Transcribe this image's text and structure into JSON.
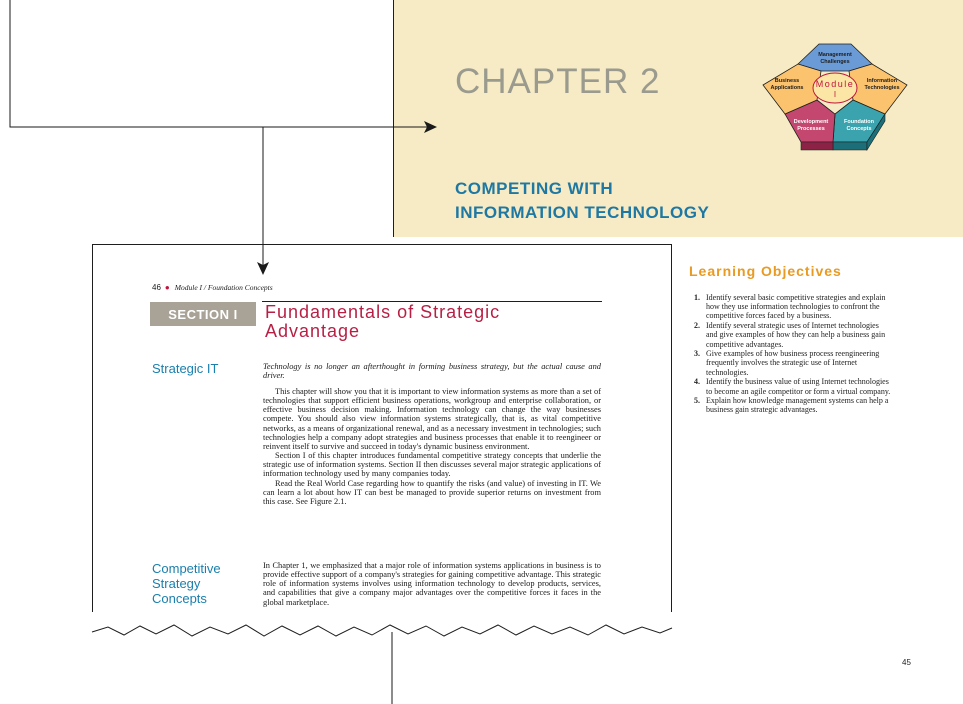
{
  "chapter": {
    "title": "CHAPTER 2",
    "subtitle_line1": "COMPETING WITH",
    "subtitle_line2": "INFORMATION TECHNOLOGY",
    "page_number": "45"
  },
  "module_diagram": {
    "center_label": "Module",
    "center_number": "I",
    "segments": [
      {
        "line1": "Management",
        "line2": "Challenges",
        "color": "#6a9bd6"
      },
      {
        "line1": "Information",
        "line2": "Technologies",
        "color": "#fbc36d"
      },
      {
        "line1": "Foundation",
        "line2": "Concepts",
        "color": "#3aa3ad"
      },
      {
        "line1": "Development",
        "line2": "Processes",
        "color": "#c3476f"
      },
      {
        "line1": "Business",
        "line2": "Applications",
        "color": "#fbc36d"
      }
    ]
  },
  "learning_objectives": {
    "heading": "Learning Objectives",
    "items": [
      {
        "num": "1.",
        "text": "Identify several basic competitive strategies and explain how they use information technologies to confront the competitive forces faced by a business."
      },
      {
        "num": "2.",
        "text": "Identify several strategic uses of Internet technologies and give examples of how they can help a business gain competitive advantages."
      },
      {
        "num": "3.",
        "text": "Give examples of how business process reengineering frequently involves the strategic use of Internet technologies."
      },
      {
        "num": "4.",
        "text": "Identify the business value of using Internet technologies to become an agile competitor or form a virtual company."
      },
      {
        "num": "5.",
        "text": "Explain how knowledge management systems can help a business gain strategic advantages."
      }
    ]
  },
  "page46": {
    "page_number": "46",
    "running_head": "Module I / Foundation Concepts",
    "section_label": "SECTION I",
    "section_title": "Fundamentals of Strategic Advantage",
    "side_heads": {
      "strategic_it": "Strategic IT",
      "competitive": "Competitive Strategy Concepts"
    },
    "lead": "Technology is no longer an afterthought in forming business strategy, but the actual cause and driver.",
    "paragraphs": [
      "This chapter will show you that it is important to view information systems as more than a set of technologies that support efficient business operations, workgroup and enterprise collaboration, or effective business decision making. Information technology can change the way businesses compete. You should also view information systems strategically, that is, as vital competitive networks, as a means of organizational renewal, and as a necessary investment in technologies; such technologies help a company adopt strategies and business processes that enable it to reengineer or reinvent itself to survive and succeed in today's dynamic business environment.",
      "Section I of this chapter introduces fundamental competitive strategy concepts that underlie the strategic use of information systems. Section II then discusses several major strategic applications of information technology used by many companies today.",
      "Read the Real World Case regarding how to quantify the risks (and value) of investing in IT. We can learn a lot about how IT can best be managed to provide superior returns on investment from this case. See Figure 2.1."
    ],
    "competitive_paragraph": "In Chapter 1, we emphasized that a major role of information systems applications in business is to provide effective support of a company's strategies for gaining competitive advantage. This strategic role of information systems involves using information technology to develop products, services, and capabilities that give a company major advantages over the competitive forces it faces in the global marketplace."
  }
}
